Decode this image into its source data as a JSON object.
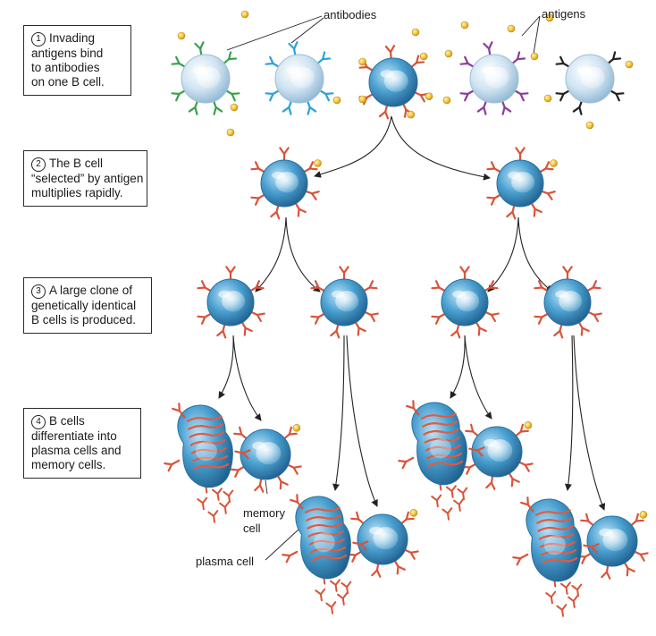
{
  "steps": [
    {
      "number": "1",
      "lines": [
        "Invading",
        "antigens bind",
        "to antibodies",
        "on one B cell."
      ]
    },
    {
      "number": "2",
      "lines": [
        "The B cell",
        "“selected” by antigen",
        "multiplies rapidly."
      ]
    },
    {
      "number": "3",
      "lines": [
        "A large clone of",
        "genetically identical",
        "B cells is produced."
      ]
    },
    {
      "number": "4",
      "lines": [
        "B cells",
        "differentiate into",
        "plasma cells and",
        "memory cells."
      ]
    }
  ],
  "labels": {
    "antibodies": "antibodies",
    "antigens": "antigens",
    "memory_cell_1": "memory",
    "memory_cell_2": "cell",
    "plasma_cell": "plasma cell"
  },
  "colors": {
    "cell_plain": "#dcebf5",
    "cell_selected": "#3f95c7",
    "antibody_green": "#3aa14c",
    "antibody_cyan": "#2aa3d6",
    "antibody_red": "#d9533a",
    "antibody_purple": "#8a3d9a",
    "antibody_black": "#222222",
    "antigen": "#f4c233"
  }
}
